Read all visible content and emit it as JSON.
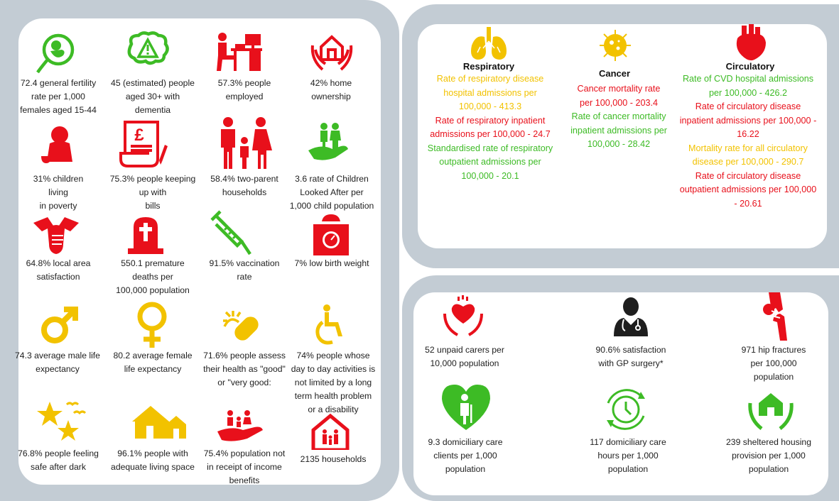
{
  "colors": {
    "green": "#3dbb25",
    "red": "#e8101b",
    "yellow": "#f2c200",
    "frame": "#c3ccd4"
  },
  "left": {
    "items": [
      {
        "icon": "fetus-icon",
        "label": "72.4 general fertility rate per 1,000 females aged 15-44",
        "color": "green"
      },
      {
        "icon": "brain-warning-icon",
        "label": "45 (estimated) people aged 30+ with dementia",
        "color": "green"
      },
      {
        "icon": "desk-worker-icon",
        "label": "57.3% people employed",
        "color": "red"
      },
      {
        "icon": "home-hands-icon",
        "label": "42% home ownership",
        "color": "red"
      },
      {
        "icon": "child-poverty-icon",
        "label": "31% children living in poverty",
        "color": "red"
      },
      {
        "icon": "bill-icon",
        "label": "75.3% people keeping up with bills",
        "color": "red"
      },
      {
        "icon": "family-icon",
        "label": "58.4% two-parent households",
        "color": "red"
      },
      {
        "icon": "child-care-hand-icon",
        "label": "3.6 rate of Children Looked After per 1,000 child population",
        "color": "green"
      },
      {
        "icon": "hands-together-icon",
        "label": "64.8% local area satisfaction",
        "color": "red"
      },
      {
        "icon": "gravestone-icon",
        "label": "550.1 premature deaths per 100,000 population",
        "color": "red"
      },
      {
        "icon": "syringe-icon",
        "label": "91.5% vaccination rate",
        "color": "green"
      },
      {
        "icon": "baby-scale-icon",
        "label": "7% low birth weight",
        "color": "red"
      },
      {
        "icon": "male-symbol-icon",
        "label": "74.3 average male life expectancy",
        "color": "yellow"
      },
      {
        "icon": "female-symbol-icon",
        "label": "80.2 average female life expectancy",
        "color": "yellow"
      },
      {
        "icon": "health-bandage-icon",
        "label": "71.6% people assess their health as \"good\" or \"very good:",
        "color": "yellow"
      },
      {
        "icon": "wheelchair-icon",
        "label": "74% people whose day to day activities is not limited by a long term health problem or a disability",
        "color": "yellow"
      },
      {
        "icon": "stars-birds-icon",
        "label": "76.8% people feeling safe after dark",
        "color": "yellow"
      },
      {
        "icon": "houses-icon",
        "label": "96.1% people with adequate living space",
        "color": "yellow"
      },
      {
        "icon": "income-hand-icon",
        "label": "75.4% population not in receipt of income benefits",
        "color": "red"
      },
      {
        "icon": "household-icon",
        "label": "2135 households",
        "color": "red"
      }
    ],
    "lines": [
      [
        "72.4 general fertility",
        "rate per 1,000",
        "females aged 15-44"
      ],
      [
        "45 (estimated) people",
        "aged 30+ with",
        "dementia"
      ],
      [
        "57.3% people",
        "employed"
      ],
      [
        "42% home",
        "ownership"
      ],
      [
        "31% children",
        "living",
        "in poverty"
      ],
      [
        "75.3% people keeping",
        "up with",
        "bills"
      ],
      [
        "58.4% two-parent",
        "households"
      ],
      [
        "3.6 rate of Children",
        "Looked After per",
        "1,000 child population"
      ],
      [
        "64.8% local area",
        "satisfaction"
      ],
      [
        "550.1 premature",
        "deaths per",
        "100,000 population"
      ],
      [
        "91.5% vaccination",
        "rate"
      ],
      [
        "7% low birth weight"
      ],
      [
        "74.3 average male life",
        "expectancy"
      ],
      [
        "80.2 average female",
        "life expectancy"
      ],
      [
        "71.6% people assess",
        "their health as \"good\"",
        "or \"very good:"
      ],
      [
        "74% people whose",
        "day to day activities is",
        "not limited by a long",
        "term health problem",
        "or a disability"
      ],
      [
        "76.8% people feeling",
        "safe after dark"
      ],
      [
        "96.1% people with",
        "adequate living space"
      ],
      [
        "75.4% population not",
        "in receipt of income",
        "benefits"
      ],
      [
        "2135 households"
      ]
    ]
  },
  "diseases": {
    "respiratory": {
      "title": "Respiratory",
      "lines": [
        {
          "text": "Rate of respiratory disease",
          "color": "yellow"
        },
        {
          "text": "hospital admissions per",
          "color": "yellow"
        },
        {
          "text": "100,000 - 413.3",
          "color": "yellow"
        },
        {
          "text": "Rate of respiratory inpatient",
          "color": "red"
        },
        {
          "text": "admissions per 100,000 - 24.7",
          "color": "red"
        },
        {
          "text": "Standardised rate of respiratory",
          "color": "green"
        },
        {
          "text": "outpatient admissions per",
          "color": "green"
        },
        {
          "text": "100,000 - 20.1",
          "color": "green"
        }
      ]
    },
    "cancer": {
      "title": "Cancer",
      "lines": [
        {
          "text": "Cancer mortality rate",
          "color": "red"
        },
        {
          "text": "per 100,000 - 203.4",
          "color": "red"
        },
        {
          "text": "Rate of cancer mortality",
          "color": "green"
        },
        {
          "text": "inpatient admissions per",
          "color": "green"
        },
        {
          "text": "100,000 - 28.42",
          "color": "green"
        }
      ]
    },
    "circulatory": {
      "title": "Circulatory",
      "lines": [
        {
          "text": "Rate of CVD hospital admissions",
          "color": "green"
        },
        {
          "text": "per 100,000 - 426.2",
          "color": "green"
        },
        {
          "text": "Rate of circulatory disease",
          "color": "red"
        },
        {
          "text": "inpatient admissions per 100,000 -",
          "color": "red"
        },
        {
          "text": "16.22",
          "color": "red"
        },
        {
          "text": "Mortality rate for all circulatory",
          "color": "yellow"
        },
        {
          "text": "disease per 100,000 - 290.7",
          "color": "yellow"
        },
        {
          "text": "Rate of circulatory disease",
          "color": "red"
        },
        {
          "text": "outpatient admissions per 100,000",
          "color": "red"
        },
        {
          "text": "- 20.61",
          "color": "red"
        }
      ]
    }
  },
  "care": {
    "items": [
      {
        "icon": "heart-hands-icon",
        "lines": [
          "52 unpaid carers per",
          "10,000 population"
        ]
      },
      {
        "icon": "doctor-icon",
        "lines": [
          "90.6% satisfaction",
          "with GP surgery*"
        ]
      },
      {
        "icon": "hip-fracture-icon",
        "lines": [
          "971 hip fractures",
          "per 100,000",
          "population"
        ]
      },
      {
        "icon": "elderly-heart-icon",
        "lines": [
          "9.3 domiciliary care",
          "clients per 1,000",
          "population"
        ]
      },
      {
        "icon": "clock-cycle-icon",
        "lines": [
          "117 domiciliary care",
          "hours per 1,000",
          "population"
        ]
      },
      {
        "icon": "sheltered-house-icon",
        "lines": [
          "239 sheltered housing",
          "provision per 1,000",
          "population"
        ]
      }
    ]
  }
}
